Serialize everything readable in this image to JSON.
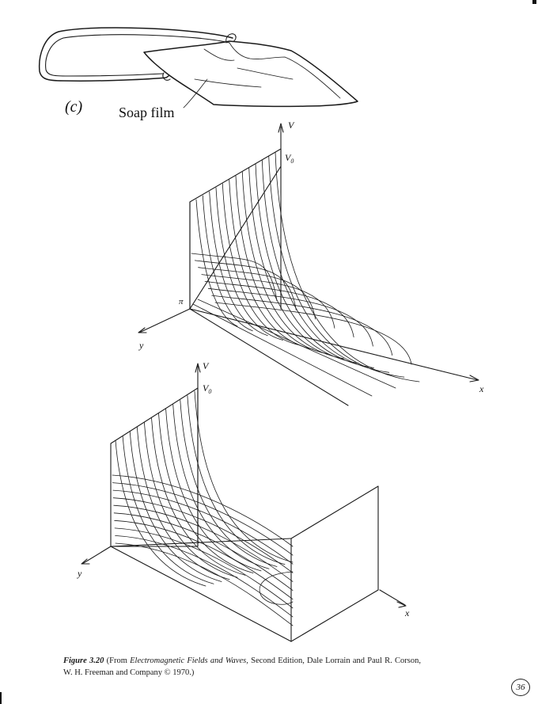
{
  "figure": {
    "panel_label": "(c)",
    "soap_film_label": "Soap film",
    "plot_top": {
      "v_axis_label": "V",
      "v0_label": "V",
      "v0_subscript": "0",
      "pi_label": "π",
      "y_axis_label": "y",
      "x_axis_label": "x"
    },
    "plot_bottom": {
      "v_axis_label": "V",
      "v0_label": "V",
      "v0_subscript": "0",
      "y_axis_label": "y",
      "x_axis_label": "x"
    }
  },
  "caption": {
    "figure_number": "Figure 3.20",
    "text_before": " (From ",
    "book_title": "Electromagnetic Fields and Waves,",
    "text_after": " Second Edition, Dale Lorrain and Paul R. Corson, W. H. Freeman and Company © 1970.)"
  },
  "page_number": "36"
}
